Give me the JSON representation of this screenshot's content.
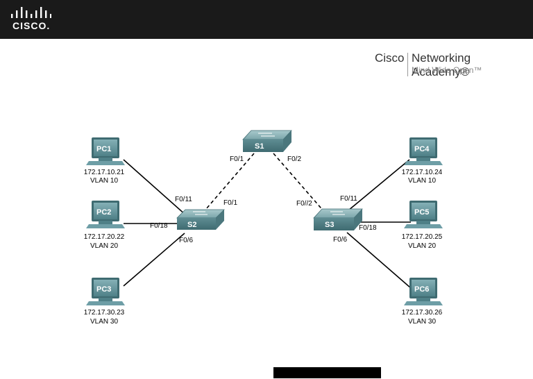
{
  "header": {
    "logo_text": "CISCO."
  },
  "academy": {
    "brand": "Cisco",
    "name": "Networking Academy®",
    "tagline": "Mind Wide Open™"
  },
  "switches": {
    "s1": "S1",
    "s2": "S2",
    "s3": "S3"
  },
  "pcs": {
    "pc1": {
      "name": "PC1",
      "ip": "172.17.10.21",
      "vlan": "VLAN 10"
    },
    "pc2": {
      "name": "PC2",
      "ip": "172.17.20.22",
      "vlan": "VLAN 20"
    },
    "pc3": {
      "name": "PC3",
      "ip": "172.17.30.23",
      "vlan": "VLAN 30"
    },
    "pc4": {
      "name": "PC4",
      "ip": "172.17.10.24",
      "vlan": "VLAN 10"
    },
    "pc5": {
      "name": "PC5",
      "ip": "172.17.20.25",
      "vlan": "VLAN 20"
    },
    "pc6": {
      "name": "PC6",
      "ip": "172.17.30.26",
      "vlan": "VLAN 30"
    }
  },
  "ports": {
    "s1_left": "F0/1",
    "s1_right": "F0/2",
    "s2_uplink": "F0/1",
    "s2_f011": "F0/11",
    "s2_f018": "F0/18",
    "s2_f06": "F0/6",
    "s3_uplink": "F0//2",
    "s3_f011": "F0/11",
    "s3_f018": "F0/18",
    "s3_f06": "F0/6"
  },
  "colors": {
    "device": "#5f8f95",
    "device_dark": "#3f6c72",
    "screen": "#6e9ea6",
    "trunk": "#000000"
  }
}
